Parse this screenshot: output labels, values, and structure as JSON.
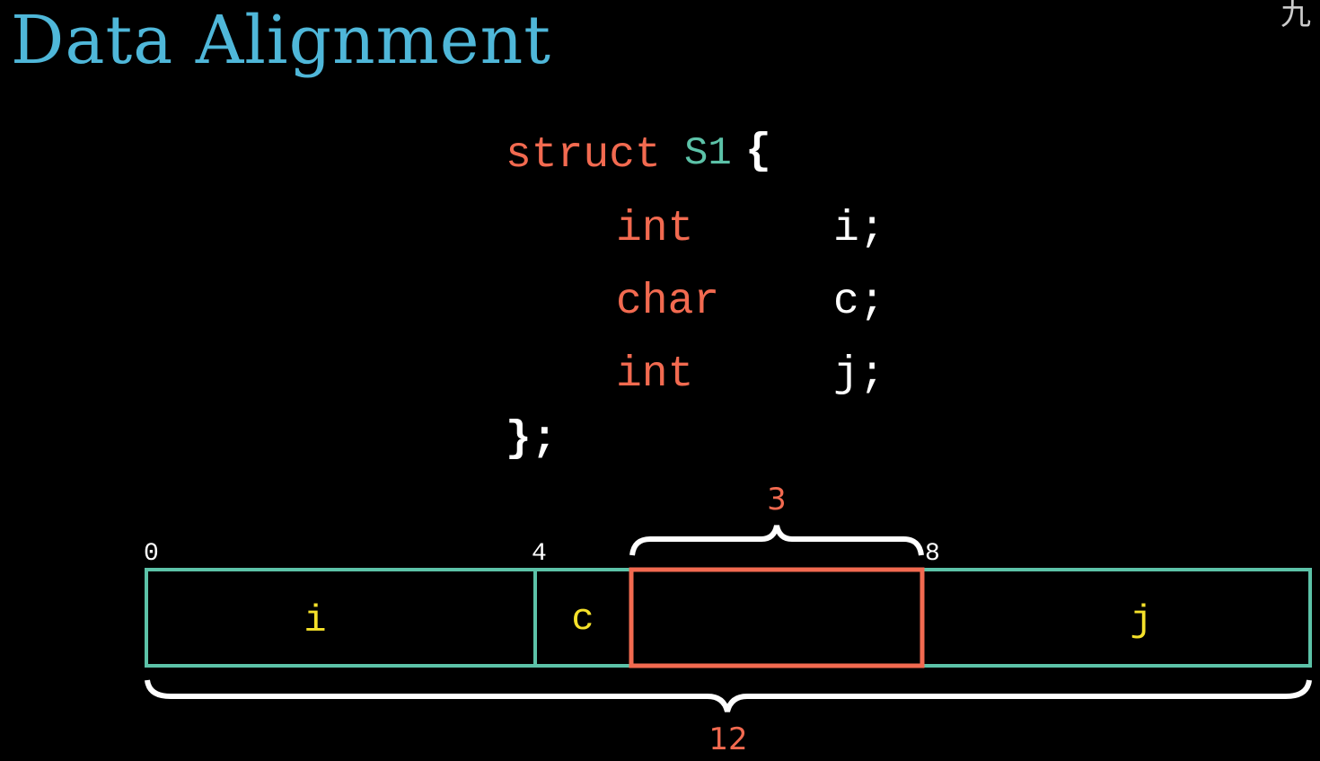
{
  "title": "Data Alignment",
  "corner_glyph": "九",
  "code": {
    "keyword_struct": "struct",
    "struct_name": "S1",
    "open_brace": "{",
    "fields": [
      {
        "type": "int",
        "name": "i;"
      },
      {
        "type": "char",
        "name": "c;"
      },
      {
        "type": "int",
        "name": "j;"
      }
    ],
    "close": "};"
  },
  "diagram": {
    "offsets": [
      "0",
      "4",
      "8"
    ],
    "cells": [
      {
        "label": "i",
        "start": 0,
        "end": 4
      },
      {
        "label": "c",
        "start": 4,
        "end": 5
      },
      {
        "label": "",
        "start": 5,
        "end": 8,
        "padding": true
      },
      {
        "label": "j",
        "start": 8,
        "end": 12
      }
    ],
    "padding_size": "3",
    "total_size": "12",
    "colors": {
      "cell": "#5cc2a8",
      "padding": "#f26a50",
      "label": "#f5e12a",
      "accent": "#f26a50"
    }
  }
}
